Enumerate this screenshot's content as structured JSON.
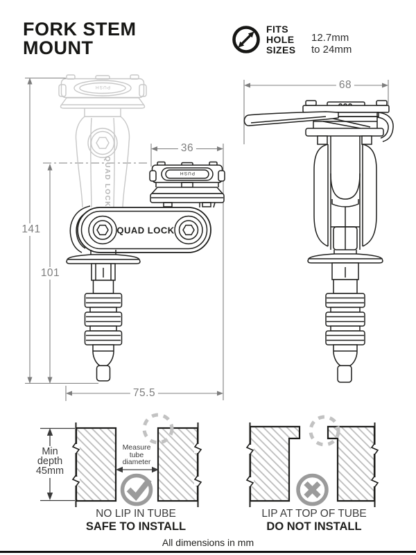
{
  "header": {
    "title_line1": "FORK STEM",
    "title_line2": "MOUNT",
    "badge": {
      "icon": "diameter-range-icon",
      "label_line1": "FITS",
      "label_line2": "HOLE",
      "label_line3": "SIZES",
      "range_line1": "12.7mm",
      "range_line2": "to 24mm"
    }
  },
  "drawings": {
    "brand_plate": "QUAD LOCK",
    "brand_arm": "QUAD LOCK",
    "head_label": "PUSH",
    "dimensions": {
      "overall_height": "141",
      "insert_height": "101",
      "head_width": "36",
      "side_width": "68",
      "arm_span": "75.5"
    }
  },
  "install_guide": {
    "left": {
      "min_depth_line1": "Min",
      "min_depth_line2": "depth",
      "min_depth_line3": "45mm",
      "measure_line1": "Measure",
      "measure_line2": "tube",
      "measure_line3": "diameter",
      "result_icon": "check-icon",
      "caption_line1": "NO LIP IN TUBE",
      "caption_line2": "SAFE TO INSTALL"
    },
    "right": {
      "result_icon": "cross-icon",
      "caption_line1": "LIP AT TOP OF TUBE",
      "caption_line2": "DO NOT INSTALL"
    }
  },
  "footer": {
    "note": "All dimensions in mm"
  },
  "colors": {
    "ink": "#1d1d1b",
    "dimension_gray": "#7d7d7d",
    "ghost_gray": "#c7c7c7",
    "hatch_gray": "#bcbcbc",
    "status_gray": "#9b9b9b",
    "dashed_gray": "#c2c2c2"
  }
}
